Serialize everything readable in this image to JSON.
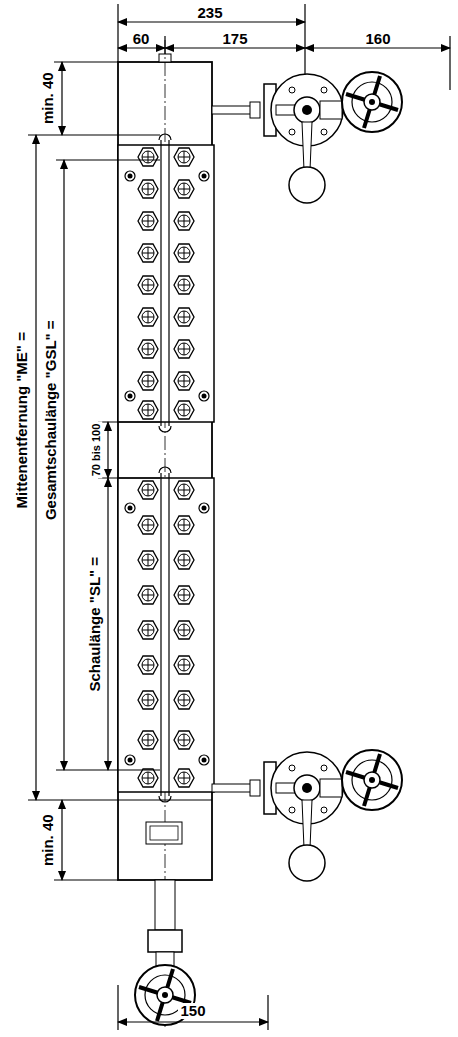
{
  "diagram": {
    "labels": [
      "235",
      "60",
      "175",
      "160",
      "min. 40",
      "Mittenentfernung \"ME\" =",
      "Gesamtschaulänge \"GSL\" =",
      "70 bis 100",
      "Schaulänge \"SL\" =",
      "min. 40",
      "150"
    ]
  }
}
